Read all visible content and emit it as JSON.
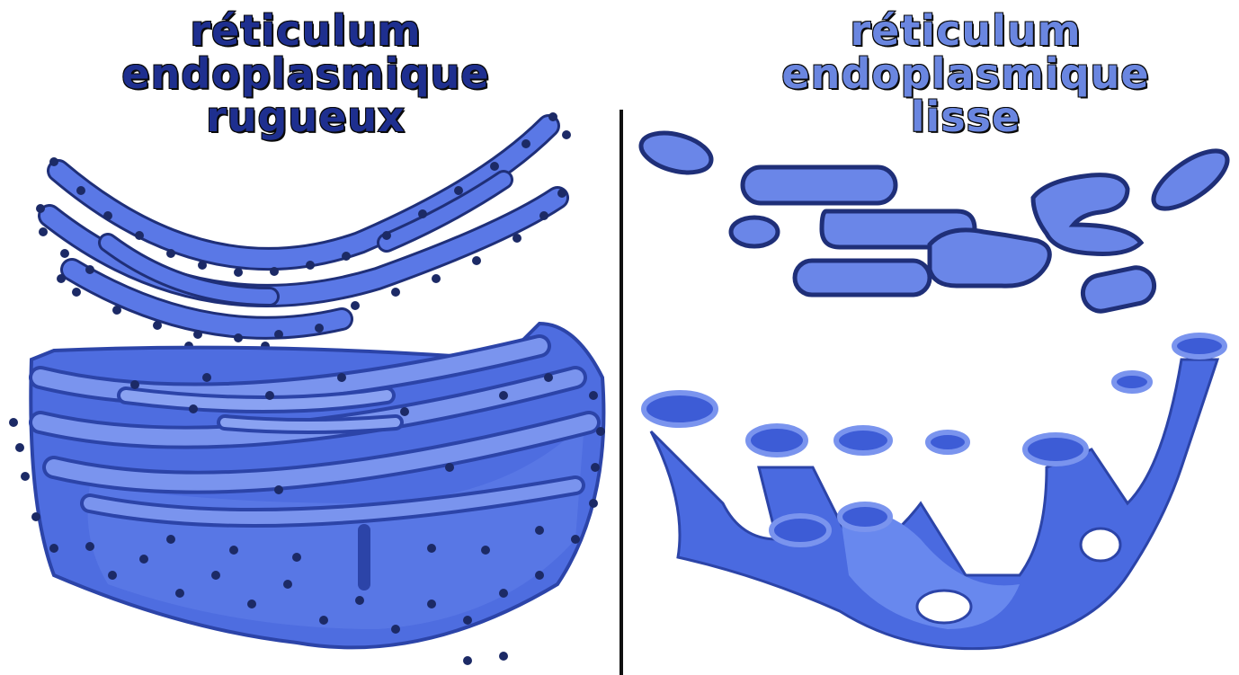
{
  "left": {
    "title_lines": [
      "réticulum",
      "endoplasmique",
      "rugueux"
    ]
  },
  "right": {
    "title_lines": [
      "réticulum",
      "endoplasmique",
      "lisse"
    ]
  },
  "colors": {
    "rough_title": "#1e2f8f",
    "smooth_title": "#6a86e0",
    "membrane": "#5a78e6",
    "membrane_dark": "#2c44a8",
    "outline": "#1f2f78",
    "ribosome": "#1c2a66",
    "tube_light": "#7a94ee",
    "tube_dark": "#3d5cd6"
  }
}
